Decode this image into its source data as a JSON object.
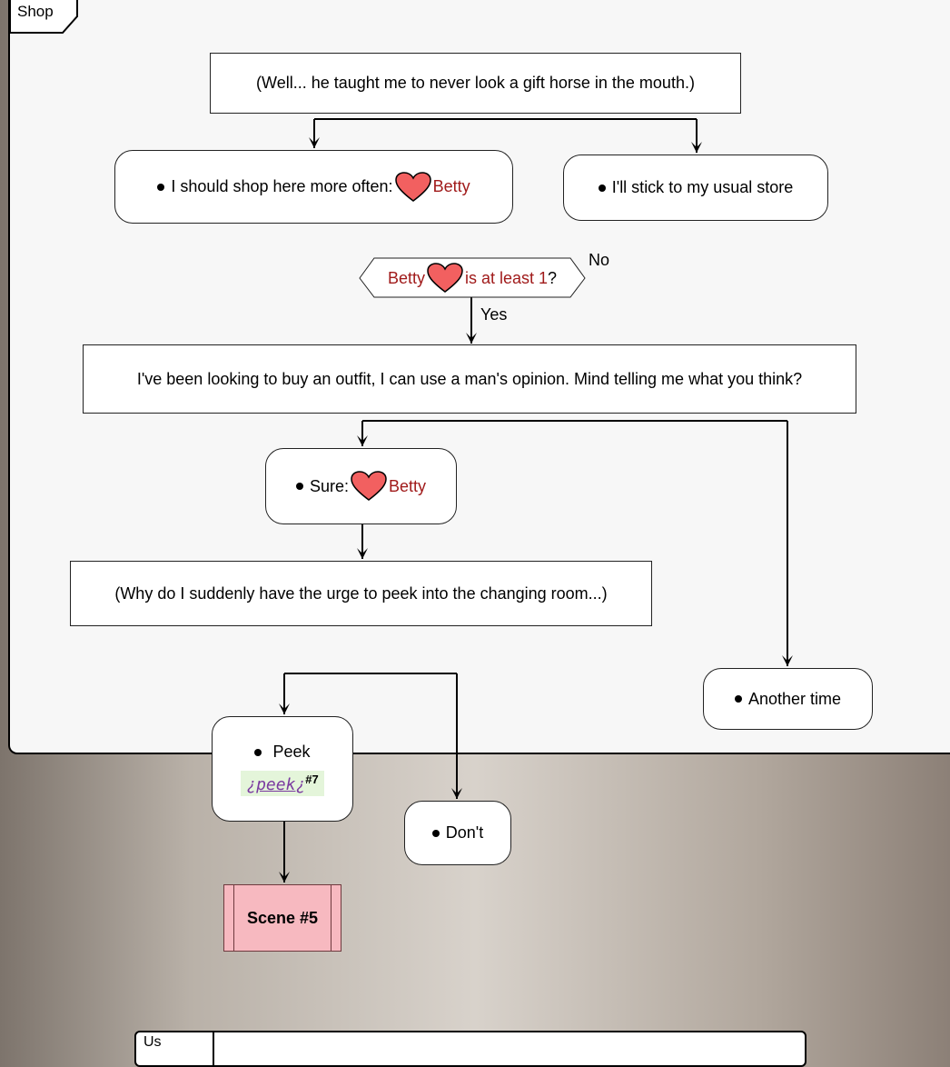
{
  "section_title": "Shop",
  "footer_label": "Us",
  "intro": "(Well... he taught me to never look a gift horse in the mouth.)",
  "choice1": {
    "option_a": "I should shop here more often:",
    "option_a_character": "Betty",
    "option_b": "I'll stick to my usual store"
  },
  "condition": {
    "name": "Betty",
    "text": "is at least 1",
    "mark": "?",
    "no_label": "No",
    "yes_label": "Yes"
  },
  "question": "I've been looking to buy an outfit, I can use a man's opinion. Mind telling me what you think?",
  "choice2": {
    "option_a": "Sure:",
    "option_a_character": "Betty",
    "option_b": "Another time"
  },
  "thought": "(Why do I suddenly have the urge to peek into the changing room...)",
  "choice3": {
    "option_a": "Peek",
    "peek_prefix": "¿",
    "peek_link": "peek",
    "peek_suffix": "¿",
    "peek_ref": "#7",
    "option_b": "Don't"
  },
  "scene": "Scene #5",
  "colors": {
    "heart": "#f26060",
    "character": "#a01a1a",
    "scene_fill": "#f7b9c0",
    "link_bg": "#e4f5da"
  }
}
